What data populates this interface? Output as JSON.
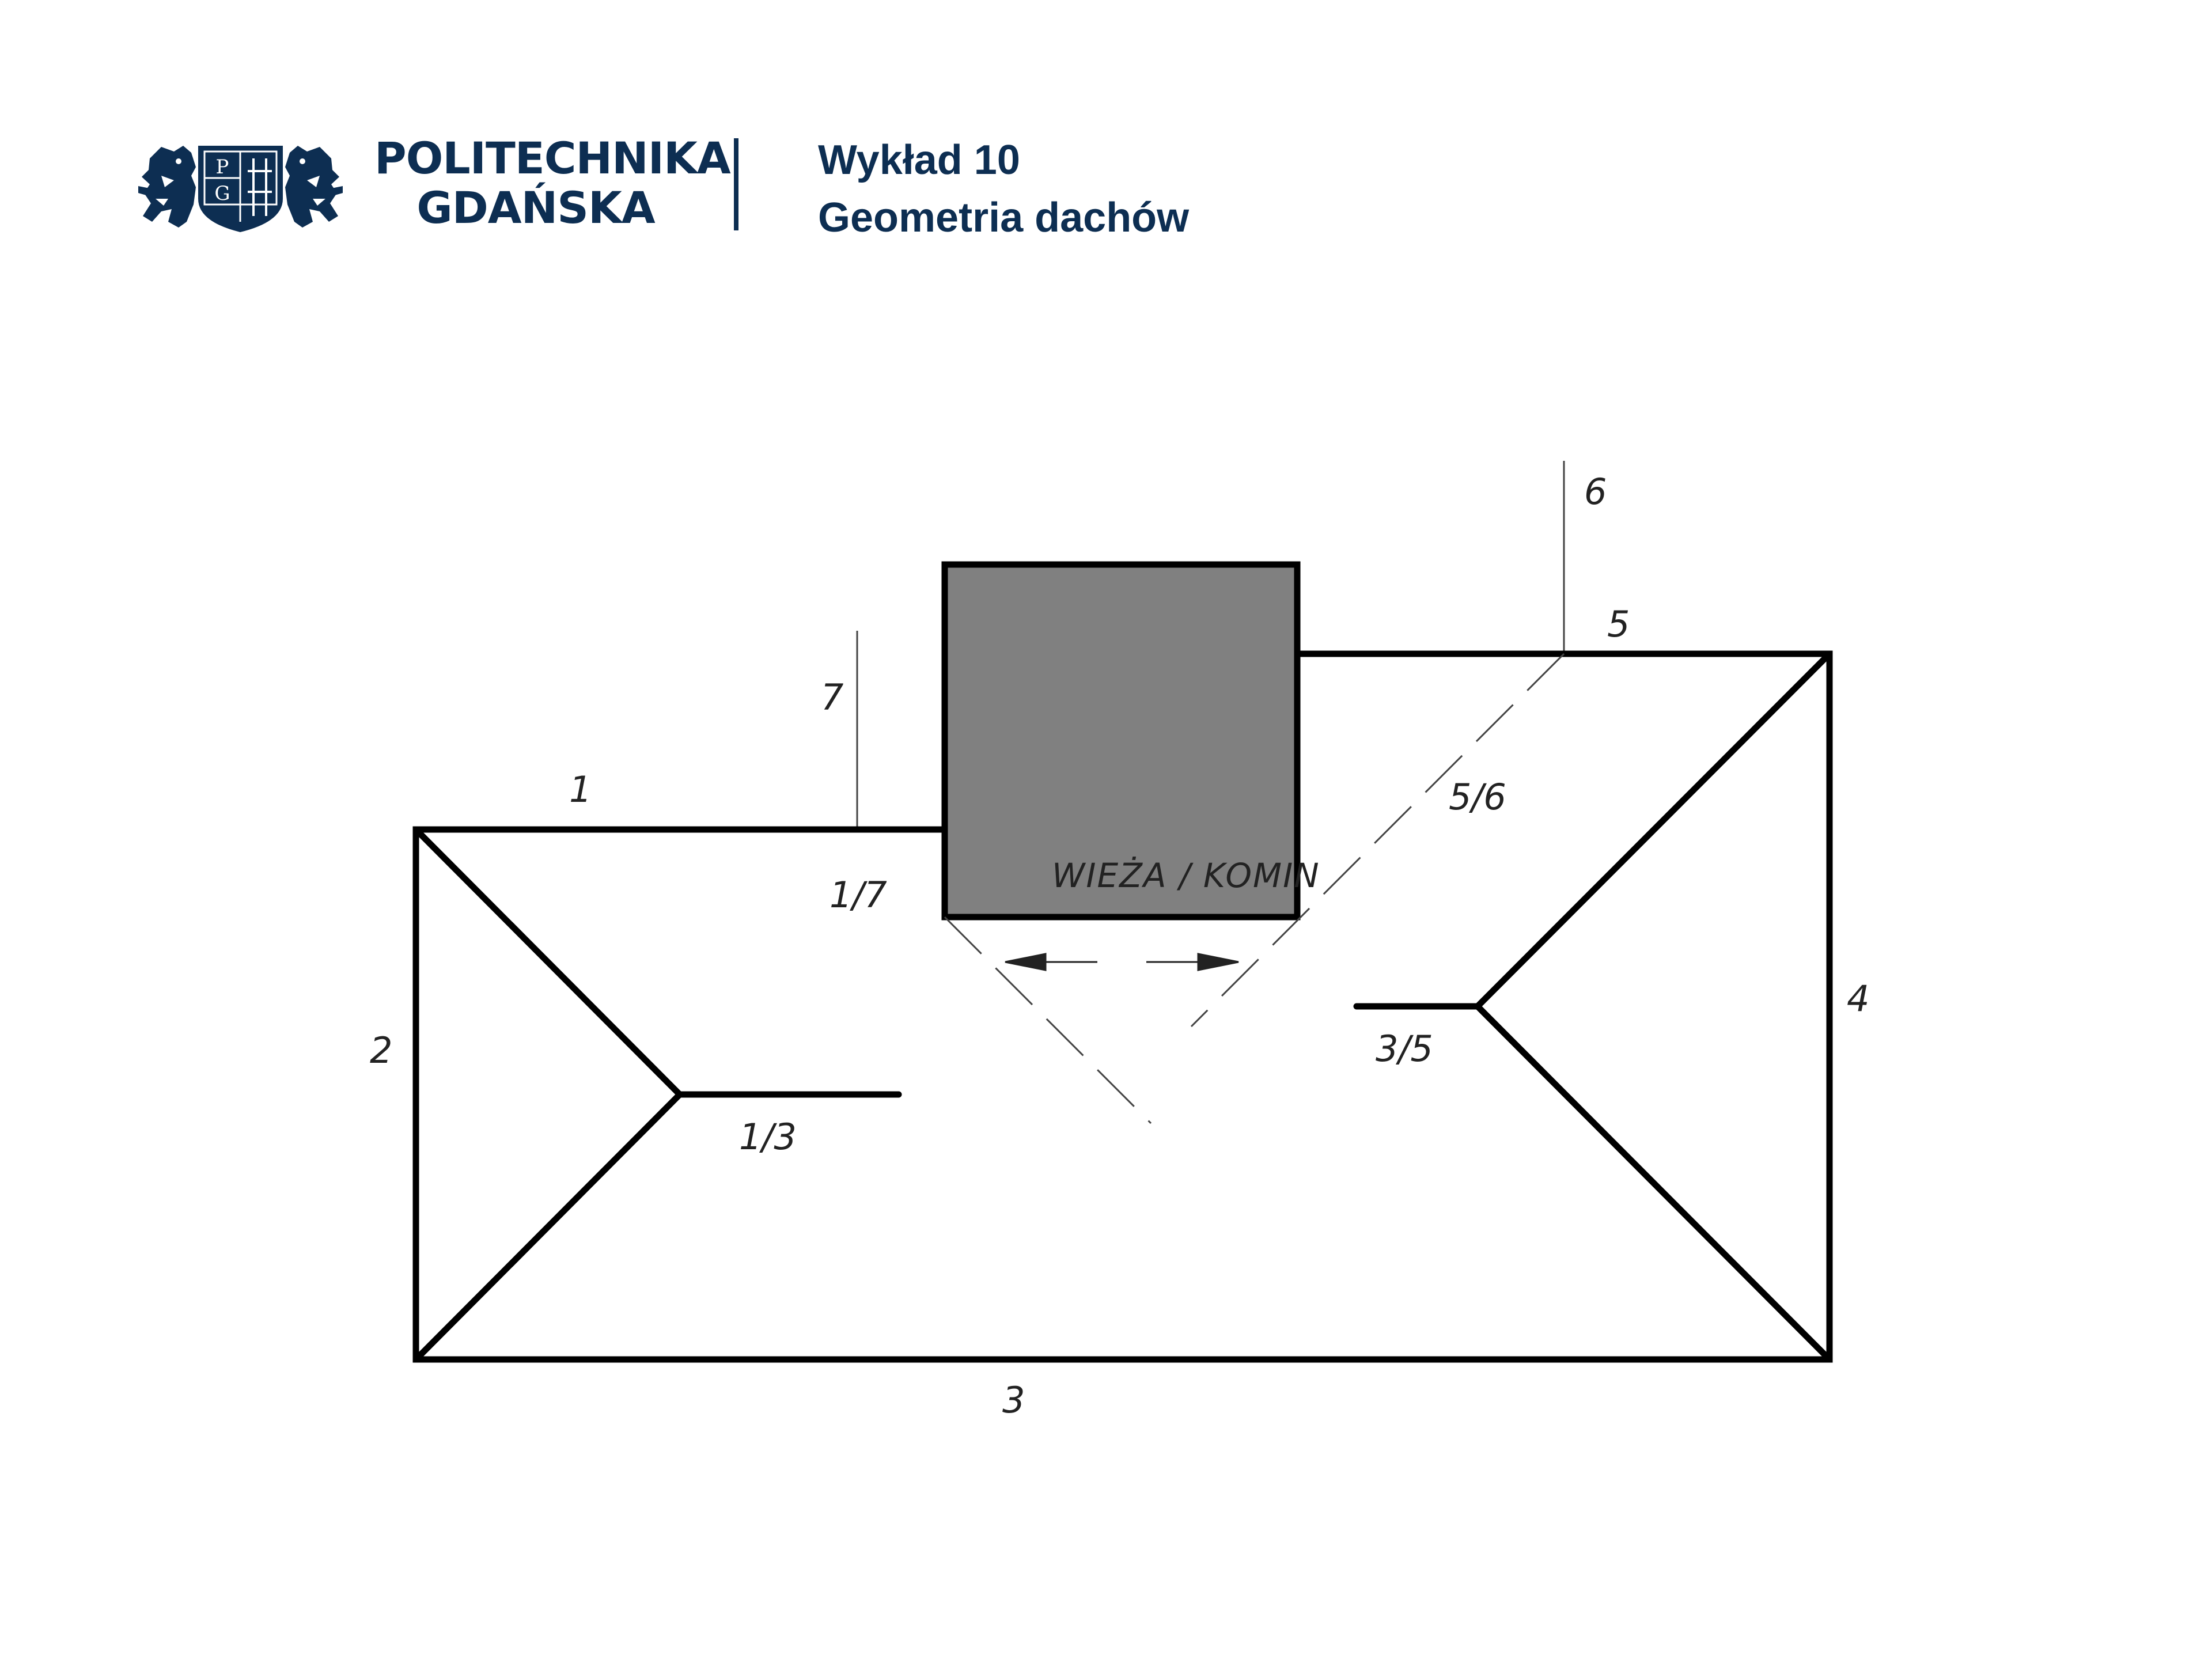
{
  "header": {
    "university_line1": "POLITECHNIKA",
    "university_line2": "GDAŃSKA",
    "lecture_title": "Wykład 10",
    "lecture_subtitle": "Geometria dachów",
    "logo_icon": "pg-crest-icon",
    "logo_letters": [
      "P",
      "G"
    ],
    "brand_color": "#0d2e52"
  },
  "diagram": {
    "edge_labels": {
      "e1": "1",
      "e2": "2",
      "e3": "3",
      "e4": "4",
      "e5": "5",
      "e6": "6",
      "e7": "7"
    },
    "intersection_labels": {
      "i13": "1/3",
      "i17": "1/7",
      "i35": "3/5",
      "i56": "5/6"
    },
    "tower_label": "WIEŻA / KOMIN",
    "tower_color": "#808080",
    "line_color": "#000000"
  }
}
